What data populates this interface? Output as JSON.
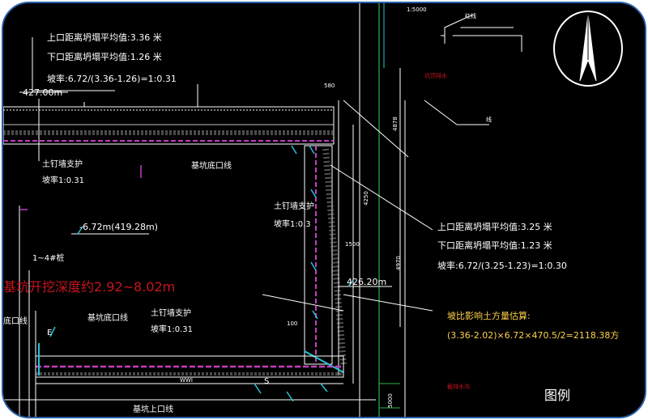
{
  "colors": {
    "background": "#000000",
    "frame": "#2b5fa8",
    "annotation_text": "#ffffff",
    "highlight_text": "#ffd24a",
    "depth_text": "#c8141e",
    "grid_cyan": "#27c3d6",
    "wall_magenta": "#c43fc0",
    "green_line": "#27b34a"
  },
  "north_arrow": {
    "icon": "north-arrow-icon"
  },
  "annotations": {
    "top_left_upper": "上口距离坍塌平均值:3.36 米",
    "top_left_lower": "下口距离坍塌平均值:1.26 米",
    "top_left_slope": "坡率:6.72/(3.36-1.26)=1:0.31",
    "elevation_top": "427.00m",
    "soil_nail_left": "土钉墙支护",
    "soil_nail_left_slope": "坡率1:0.31",
    "base_line_top": "基坑底口线",
    "soil_nail_mid": "土钉墙支护",
    "soil_nail_mid_slope": "坡率1:0.3",
    "elevation_mid": "-6.72m(419.28m)",
    "piles": "1~4#桩",
    "depth_range": "基坑开挖深度约2.92~8.02m",
    "bottom_line_left": "底口线",
    "base_line_bottom": "基坑底口线",
    "soil_nail_bottom": "土钉墙支护",
    "soil_nail_bottom_slope": "坡率1:0.31",
    "top_line_bottom": "基坑上口线",
    "right_upper": "上口距离坍塌平均值:3.25 米",
    "right_lower": "下口距离坍塌平均值:1.23 米",
    "right_slope": "坡率:6.72/(3.25-1.23)=1:0.30",
    "elevation_right": "426.20m",
    "influence_label": "坡比影响土方量估算:",
    "influence_formula": "(3.36-2.02)×6.72×470.5/2=2118.38方",
    "legend": "图例",
    "red_label_upper": "坑顶排水",
    "red_label_lower": "截排水沟",
    "label_red_line": "红线",
    "label_line": "线",
    "dim_top": "1:5000",
    "dim_580": "580",
    "dim_4878": "4878",
    "dim_4250": "4250",
    "dim_4970": "4970",
    "dim_5000": "5000",
    "dim_1500": "1500",
    "dim_100": "100",
    "dim_wwi": "WWI",
    "section_e": "E",
    "section_s": "S"
  }
}
